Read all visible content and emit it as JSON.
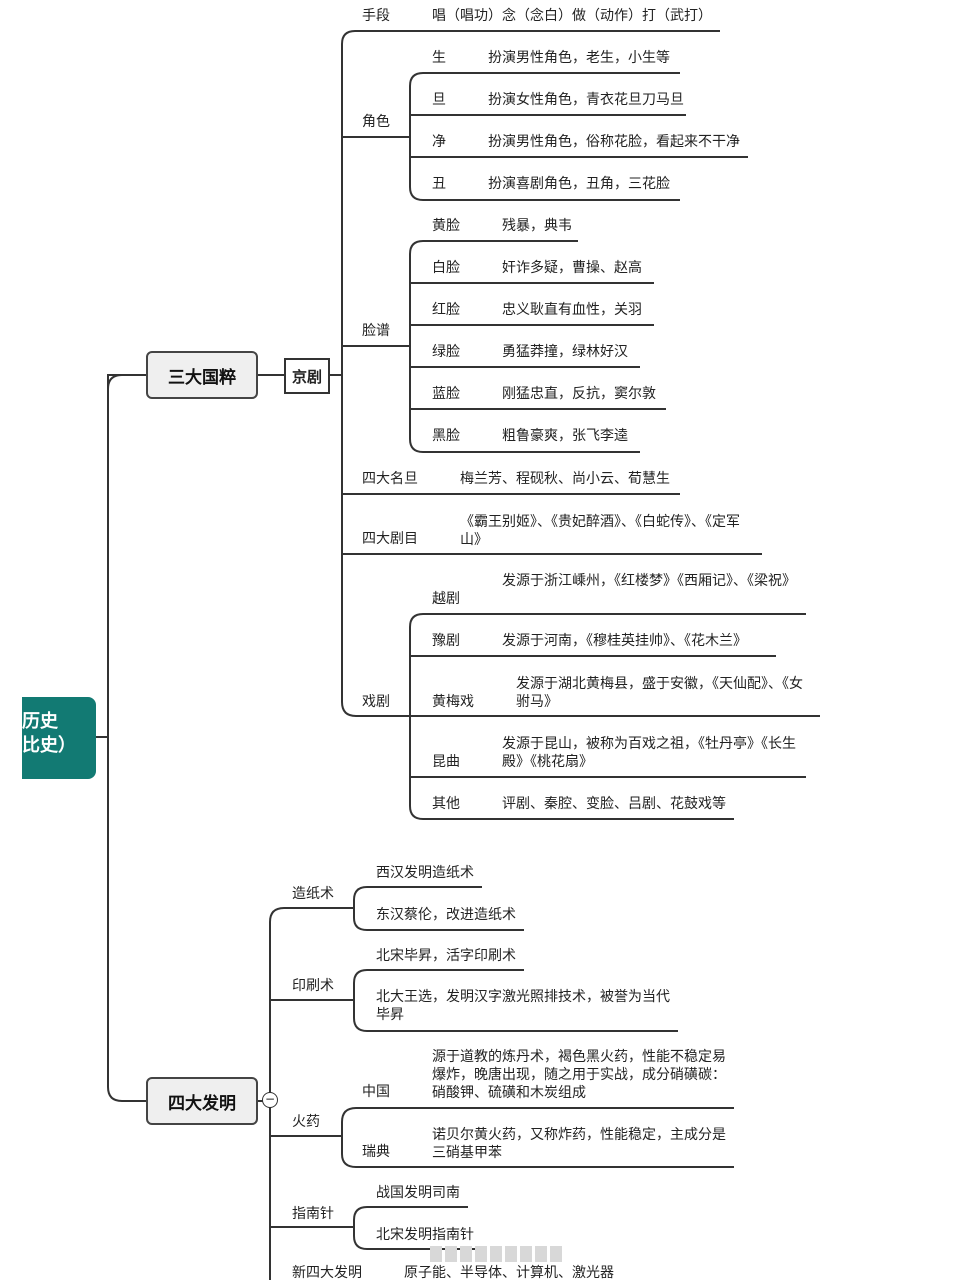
{
  "root": {
    "line1": "历史",
    "line2": "比史）"
  },
  "branches": {
    "guocui": {
      "title": "三大国粹",
      "jingju": {
        "title": "京剧",
        "shouduan": {
          "label": "手段",
          "text": "唱（唱功）念（念白）做（动作）打（武打）"
        },
        "jiaose": {
          "label": "角色",
          "items": [
            {
              "k": "生",
              "v": "扮演男性角色，老生，小生等"
            },
            {
              "k": "旦",
              "v": "扮演女性角色，青衣花旦刀马旦"
            },
            {
              "k": "净",
              "v": "扮演男性角色，俗称花脸，看起来不干净"
            },
            {
              "k": "丑",
              "v": "扮演喜剧角色，丑角，三花脸"
            }
          ]
        },
        "lianpu": {
          "label": "脸谱",
          "items": [
            {
              "k": "黄脸",
              "v": "残暴，典韦"
            },
            {
              "k": "白脸",
              "v": "奸诈多疑，曹操、赵高"
            },
            {
              "k": "红脸",
              "v": "忠义耿直有血性，关羽"
            },
            {
              "k": "绿脸",
              "v": "勇猛莽撞，绿林好汉"
            },
            {
              "k": "蓝脸",
              "v": "刚猛忠直，反抗，窦尔敦"
            },
            {
              "k": "黑脸",
              "v": "粗鲁豪爽，张飞李逵"
            }
          ]
        },
        "mingdan": {
          "label": "四大名旦",
          "text": "梅兰芳、程砚秋、尚小云、荀慧生"
        },
        "jumu": {
          "label": "四大剧目",
          "text": "《霸王别姬》、《贵妃醉酒》、《白蛇传》、《定军山》"
        },
        "xiju": {
          "label": "戏剧",
          "items": [
            {
              "k": "越剧",
              "v": "发源于浙江嵊州，《红楼梦》《西厢记》、《梁祝》"
            },
            {
              "k": "豫剧",
              "v": "发源于河南，《穆桂英挂帅》、《花木兰》"
            },
            {
              "k": "黄梅戏",
              "v": "发源于湖北黄梅县，盛于安徽，《天仙配》、《女驸马》"
            },
            {
              "k": "昆曲",
              "v": "发源于昆山，被称为百戏之祖，《牡丹亭》《长生殿》《桃花扇》"
            },
            {
              "k": "其他",
              "v": "评剧、秦腔、变脸、吕剧、花鼓戏等"
            }
          ]
        }
      }
    },
    "faming": {
      "title": "四大发明",
      "collapse_symbol": "−",
      "zaozhi": {
        "label": "造纸术",
        "items": [
          "西汉发明造纸术",
          "东汉蔡伦，改进造纸术"
        ]
      },
      "yinshua": {
        "label": "印刷术",
        "items": [
          "北宋毕昇，活字印刷术",
          "北大王选，发明汉字激光照排技术，被誉为当代毕昇"
        ]
      },
      "huoyao": {
        "label": "火药",
        "items": [
          {
            "k": "中国",
            "v": "源于道教的炼丹术，褐色黑火药，性能不稳定易爆炸，晚唐出现，随之用于实战，成分硝磺碳：硝酸钾、硫磺和木炭组成"
          },
          {
            "k": "瑞典",
            "v": "诺贝尔黄火药，又称炸药，性能稳定，主成分是三硝基甲苯"
          }
        ]
      },
      "zhinanzhen": {
        "label": "指南针",
        "items": [
          "战国发明司南",
          "北宋发明指南针"
        ]
      },
      "xinsida": {
        "label": "新四大发明",
        "text": "原子能、半导体、计算机、激光器"
      }
    }
  },
  "line_color": "#333333",
  "root_color": "#127a73"
}
